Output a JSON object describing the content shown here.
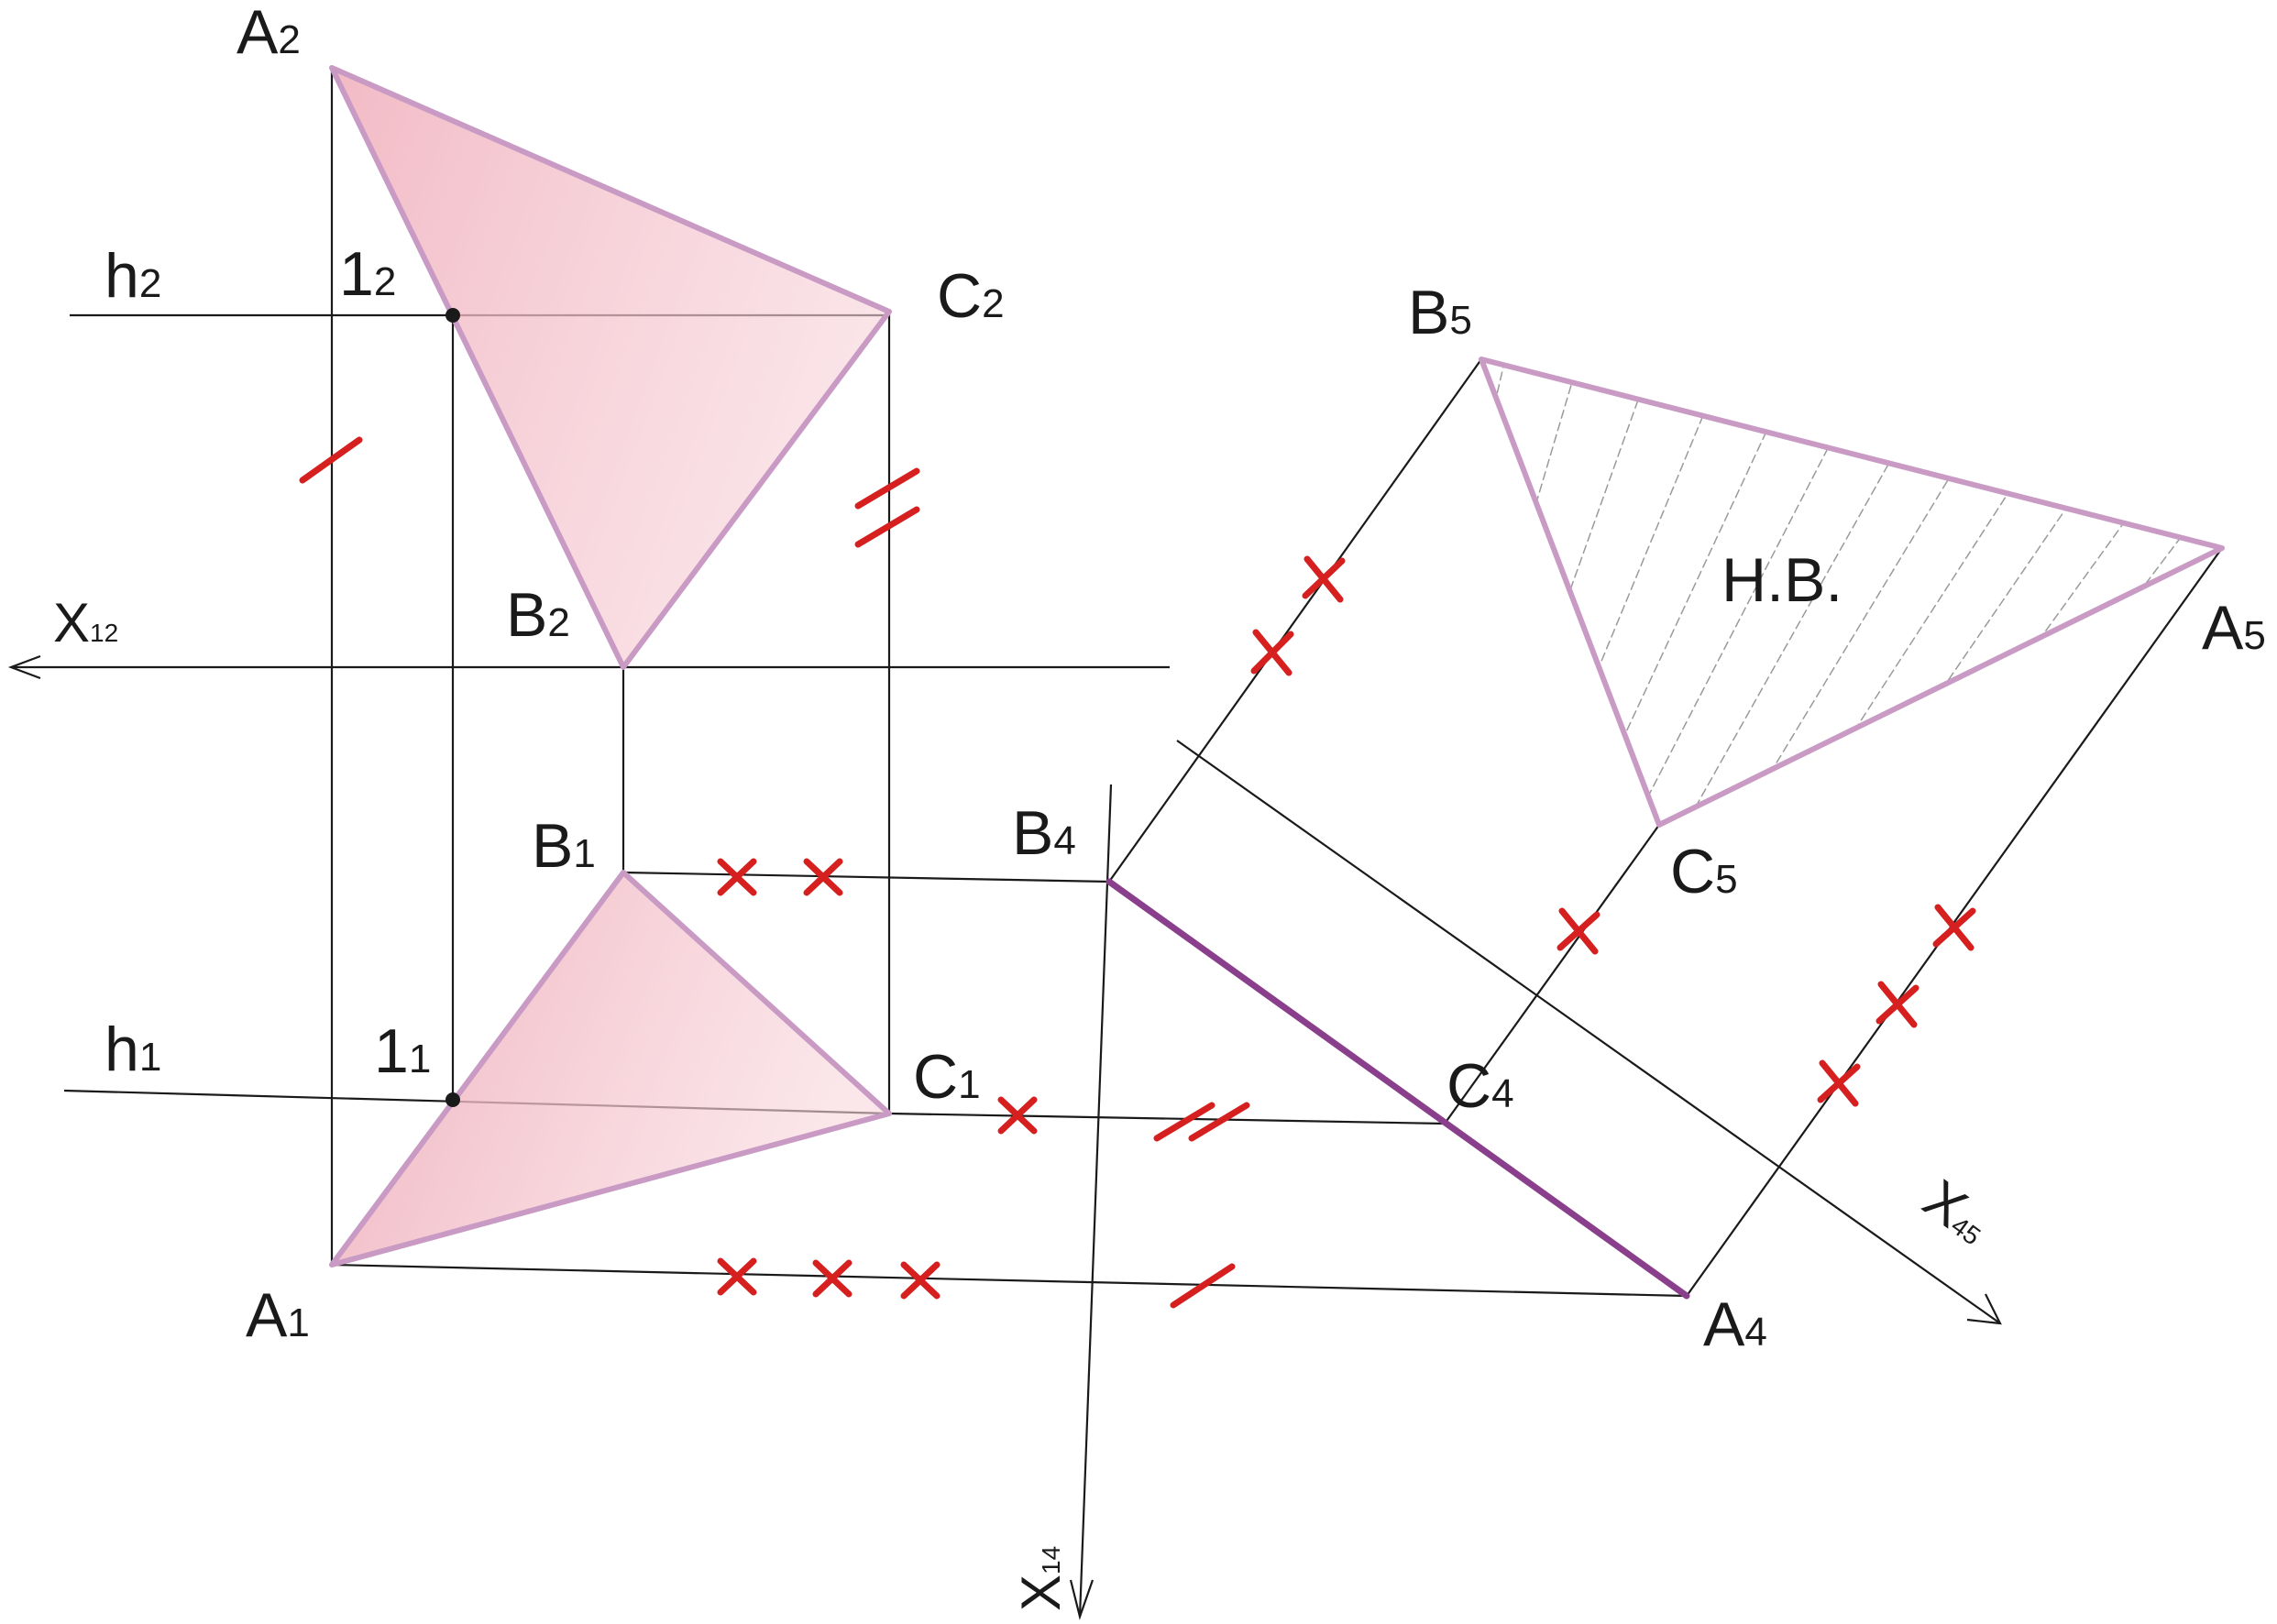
{
  "points": {
    "A2": {
      "letter": "A",
      "index": "2"
    },
    "B2": {
      "letter": "B",
      "index": "2"
    },
    "C2": {
      "letter": "C",
      "index": "2"
    },
    "A1": {
      "letter": "A",
      "index": "1"
    },
    "B1": {
      "letter": "B",
      "index": "1"
    },
    "C1": {
      "letter": "C",
      "index": "1"
    },
    "B4": {
      "letter": "B",
      "index": "4"
    },
    "C4": {
      "letter": "C",
      "index": "4"
    },
    "A4": {
      "letter": "A",
      "index": "4"
    },
    "B5": {
      "letter": "B",
      "index": "5"
    },
    "C5": {
      "letter": "C",
      "index": "5"
    },
    "A5": {
      "letter": "A",
      "index": "5"
    },
    "p12": {
      "letter": "1",
      "index": "2"
    },
    "p11": {
      "letter": "1",
      "index": "1"
    },
    "h2": {
      "letter": "h",
      "index": "2"
    },
    "h1": {
      "letter": "h",
      "index": "1"
    }
  },
  "axes": {
    "x12": {
      "letter": "X",
      "index": "12"
    },
    "x14": {
      "letter": "X",
      "index": "14"
    },
    "x45": {
      "letter": "X",
      "index": "45"
    }
  },
  "true_view_label": "H.B.",
  "colors": {
    "triangle_fill": "#f2b8c3",
    "triangle_edge": "#c89ac4",
    "edge_view": "#8a3f8c",
    "marks": "#d62020",
    "lines": "#1a1a1a"
  }
}
